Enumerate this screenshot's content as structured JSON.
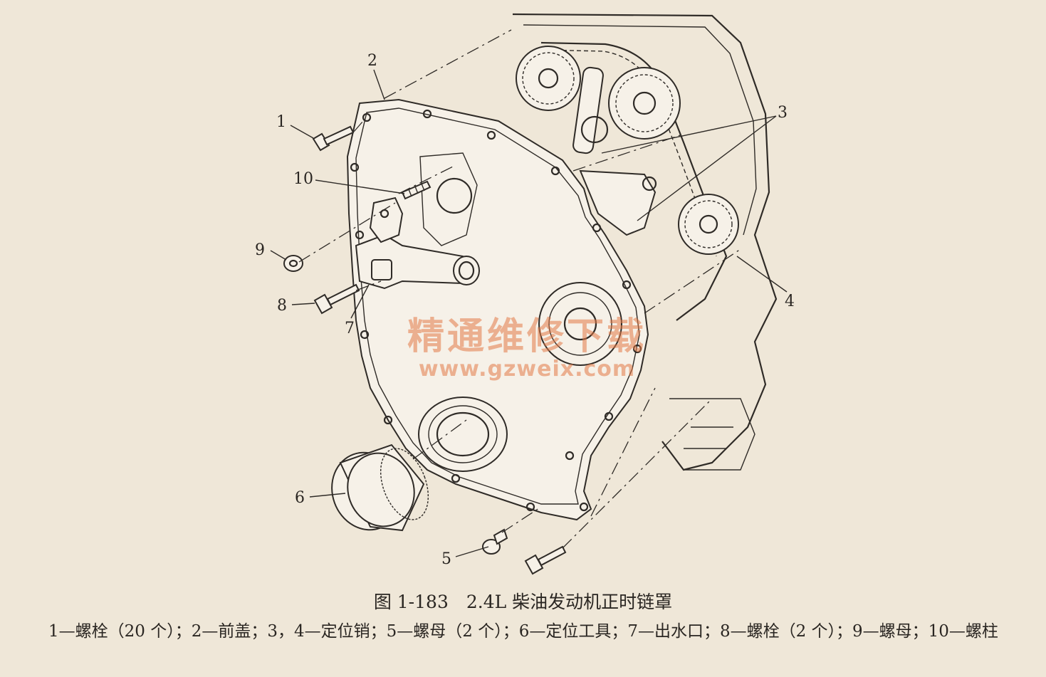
{
  "diagram": {
    "callouts": [
      {
        "id": "1",
        "label": "1"
      },
      {
        "id": "2",
        "label": "2"
      },
      {
        "id": "3",
        "label": "3"
      },
      {
        "id": "4",
        "label": "4"
      },
      {
        "id": "5",
        "label": "5"
      },
      {
        "id": "6",
        "label": "6"
      },
      {
        "id": "7",
        "label": "7"
      },
      {
        "id": "8",
        "label": "8"
      },
      {
        "id": "9",
        "label": "9"
      },
      {
        "id": "10",
        "label": "10"
      }
    ]
  },
  "watermark": {
    "text_cn": "精通维修下载",
    "url": "www.gzweix.com"
  },
  "caption": "图 1-183　2.4L 柴油发动机正时链罩",
  "legend": "1—螺栓（20 个）；2—前盖；3，4—定位销；5—螺母（2 个）；6—定位工具；7—出水口；8—螺栓（2 个）；9—螺母；10—螺柱"
}
